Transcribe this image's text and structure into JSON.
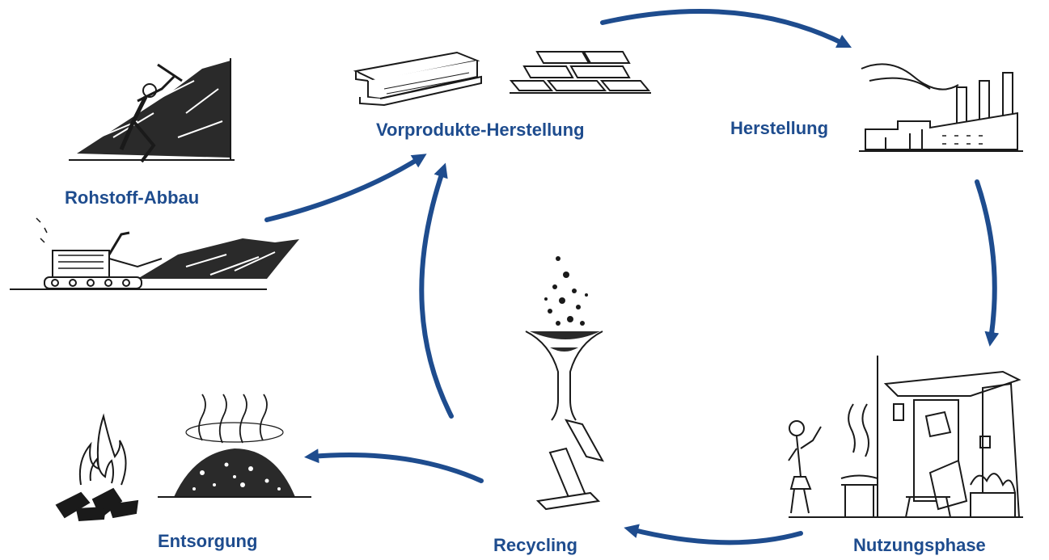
{
  "diagram": {
    "title": "",
    "accent_color": "#1e4c8e",
    "ink_color": "#1a1a1a",
    "stages": [
      {
        "id": "rohstoff",
        "label": "Rohstoff-Abbau",
        "icon": "mining-icon"
      },
      {
        "id": "vorprodukte",
        "label": "Vorprodukte-Herstellung",
        "icon": "steel-beam-and-ingots-icon"
      },
      {
        "id": "herstellung",
        "label": "Herstellung",
        "icon": "factory-icon"
      },
      {
        "id": "nutzung",
        "label": "Nutzungsphase",
        "icon": "house-barbecue-icon"
      },
      {
        "id": "recycling",
        "label": "Recycling",
        "icon": "melting-funnel-icon"
      },
      {
        "id": "entsorgung",
        "label": "Entsorgung",
        "icon": "fire-and-landfill-icon"
      }
    ],
    "flows": [
      {
        "from": "rohstoff",
        "to": "vorprodukte"
      },
      {
        "from": "vorprodukte",
        "to": "herstellung"
      },
      {
        "from": "herstellung",
        "to": "nutzung"
      },
      {
        "from": "nutzung",
        "to": "recycling"
      },
      {
        "from": "recycling",
        "to": "entsorgung"
      },
      {
        "from": "recycling",
        "to": "vorprodukte"
      }
    ]
  }
}
